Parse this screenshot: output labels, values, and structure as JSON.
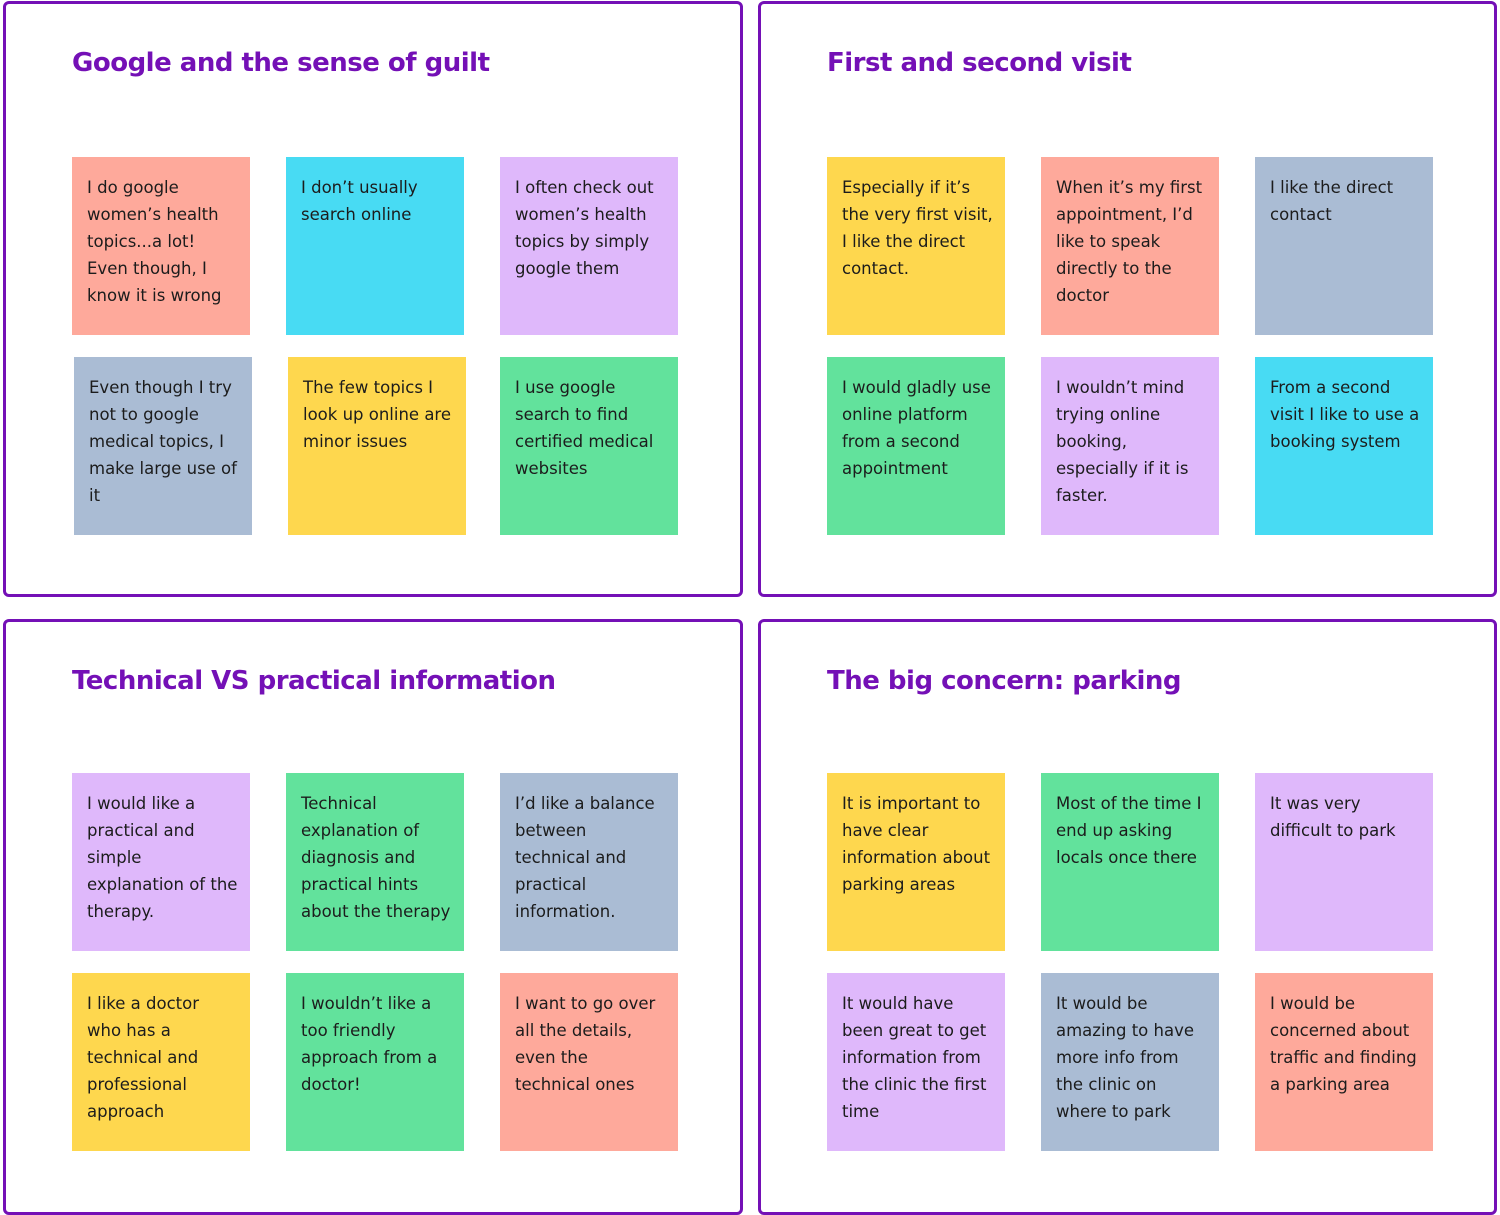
{
  "colors": {
    "frame": "#7410b6",
    "title": "#7410b6",
    "salmon": "#fea99b",
    "cyan": "#48dbf3",
    "lilac": "#dfb8fb",
    "slate": "#aabcd4",
    "yellow": "#fed74e",
    "green": "#62e29c"
  },
  "boards": [
    {
      "title": "Google and the sense of guilt",
      "notes": [
        {
          "text": "I do google women’s health topics...a lot! Even though, I know it is wrong",
          "color": "salmon"
        },
        {
          "text": "I don’t usually search online",
          "color": "cyan"
        },
        {
          "text": "I often check out women’s health topics by simply google them",
          "color": "lilac"
        },
        {
          "text": "Even though I try not to google medical topics, I make large use of it",
          "color": "slate"
        },
        {
          "text": "The few topics I look up online are minor issues",
          "color": "yellow"
        },
        {
          "text": "I use google search to find certified medical websites",
          "color": "green"
        }
      ]
    },
    {
      "title": "First and second visit",
      "notes": [
        {
          "text": "Especially if it’s the very first visit, I like the direct contact.",
          "color": "yellow"
        },
        {
          "text": "When it’s my first appointment, I’d like to speak directly to the doctor",
          "color": "salmon"
        },
        {
          "text": "I like the direct contact",
          "color": "slate"
        },
        {
          "text": "I would gladly use online platform from a second appointment",
          "color": "green"
        },
        {
          "text": "I wouldn’t mind trying online booking, especially if it is faster.",
          "color": "lilac"
        },
        {
          "text": "From a second visit I like to use a booking system",
          "color": "cyan"
        }
      ]
    },
    {
      "title": "Technical VS practical information",
      "notes": [
        {
          "text": "I would like a practical and simple explanation of the therapy.",
          "color": "lilac"
        },
        {
          "text": "Technical explanation of diagnosis and practical hints about the therapy",
          "color": "green"
        },
        {
          "text": "I’d like a balance between technical and practical information.",
          "color": "slate"
        },
        {
          "text": "I like a doctor who has a technical and professional approach",
          "color": "yellow"
        },
        {
          "text": "I wouldn’t like a too friendly approach from a doctor!",
          "color": "green"
        },
        {
          "text": "I want to go over all the details, even the technical ones",
          "color": "salmon"
        }
      ]
    },
    {
      "title": "The big concern: parking",
      "notes": [
        {
          "text": "It is important to have clear information about parking areas",
          "color": "yellow"
        },
        {
          "text": "Most of the time I end up asking locals once there",
          "color": "green"
        },
        {
          "text": "It was very difficult to park",
          "color": "lilac"
        },
        {
          "text": "It would have been great to get information from the clinic the first time",
          "color": "lilac"
        },
        {
          "text": "It would be amazing to have more info from the clinic on where to park",
          "color": "slate"
        },
        {
          "text": "I would be concerned about traffic and finding a parking area",
          "color": "salmon"
        }
      ]
    }
  ]
}
